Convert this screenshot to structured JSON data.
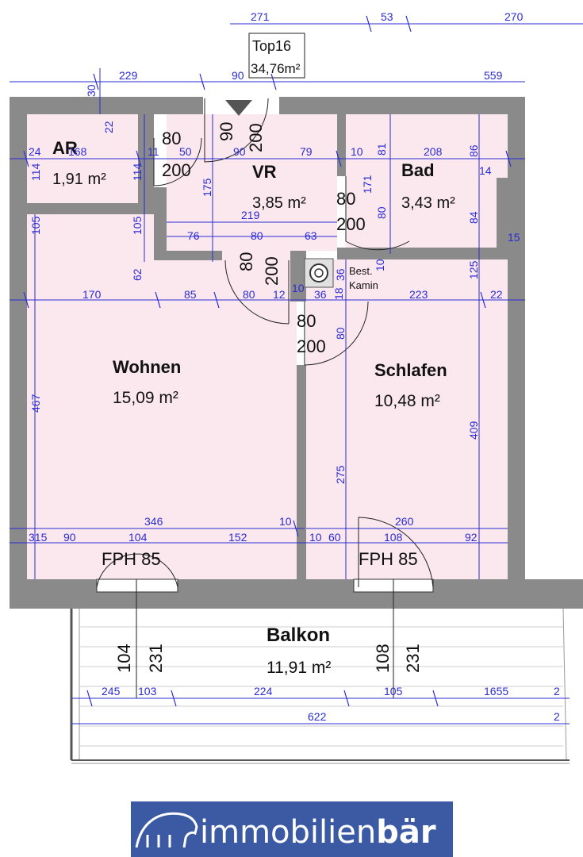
{
  "unit_label": {
    "top": "Top16",
    "area": "34,76m²"
  },
  "rooms": {
    "ar": {
      "name": "AR",
      "area": "1,91 m²"
    },
    "vr": {
      "name": "VR",
      "area": "3,85 m²"
    },
    "bad": {
      "name": "Bad",
      "area": "3,43 m²"
    },
    "wohnen": {
      "name": "Wohnen",
      "area": "15,09 m²"
    },
    "schlafen": {
      "name": "Schlafen",
      "area": "10,48 m²"
    },
    "balkon": {
      "name": "Balkon",
      "area": "11,91 m²"
    }
  },
  "doors": {
    "ar_w": "80",
    "ar_h": "200",
    "entry_w": "90",
    "entry_h": "200",
    "bad_w": "80",
    "bad_h": "200",
    "wohnen_w": "80",
    "wohnen_h": "200",
    "schlafen_w": "80",
    "schlafen_h": "200"
  },
  "windows": {
    "wohnen": "FPH 85",
    "schlafen": "FPH 85",
    "wohnen_sill": "104",
    "wohnen_height": "231",
    "schlafen_sill": "108",
    "schlafen_height": "231"
  },
  "chimney": {
    "line1": "Best.",
    "line2": "Kamin"
  },
  "dims": {
    "top_271": "271",
    "top_53": "53",
    "top_270": "270",
    "d229": "229",
    "d90a": "90",
    "d559": "559",
    "d30": "30",
    "d22": "22",
    "d24": "24",
    "d168": "168",
    "d11": "11",
    "d50": "50",
    "d90b": "90",
    "d79": "79",
    "d10a": "10",
    "d81": "81",
    "d208": "208",
    "d86": "86",
    "d114a": "114",
    "d114b": "114",
    "d175": "175",
    "d171": "171",
    "d14": "14",
    "d84": "84",
    "d15": "15",
    "d219": "219",
    "d80v": "80",
    "d105a": "105",
    "d105b": "105",
    "d76": "76",
    "d80h": "80",
    "d63": "63",
    "d10b": "10",
    "d62": "62",
    "d36a": "36",
    "d125": "125",
    "d170": "170",
    "d85": "85",
    "d80c": "80",
    "d12": "12",
    "d10c": "10",
    "d36b": "36",
    "d18": "18",
    "d223": "223",
    "d22b": "22",
    "d80d": "80",
    "d467": "467",
    "d275": "275",
    "d409": "409",
    "d346": "346",
    "d10d": "10",
    "d260": "260",
    "d315": "315",
    "d90c": "90",
    "d104": "104",
    "d152": "152",
    "d10e": "10",
    "d60": "60",
    "d108": "108",
    "d92": "92",
    "d245": "245",
    "d103": "103",
    "d224": "224",
    "d105c": "105",
    "d1655": "1655",
    "d2a": "2",
    "d622": "622",
    "d2b": "2"
  },
  "brand": {
    "name_part1": "immobilien",
    "name_part2": "bär"
  },
  "colors": {
    "room_fill": "#fbe8ee",
    "wall": "#8a8a8a",
    "dimension": "#2b2bd6",
    "logo_bg": "#3b5aa3"
  }
}
